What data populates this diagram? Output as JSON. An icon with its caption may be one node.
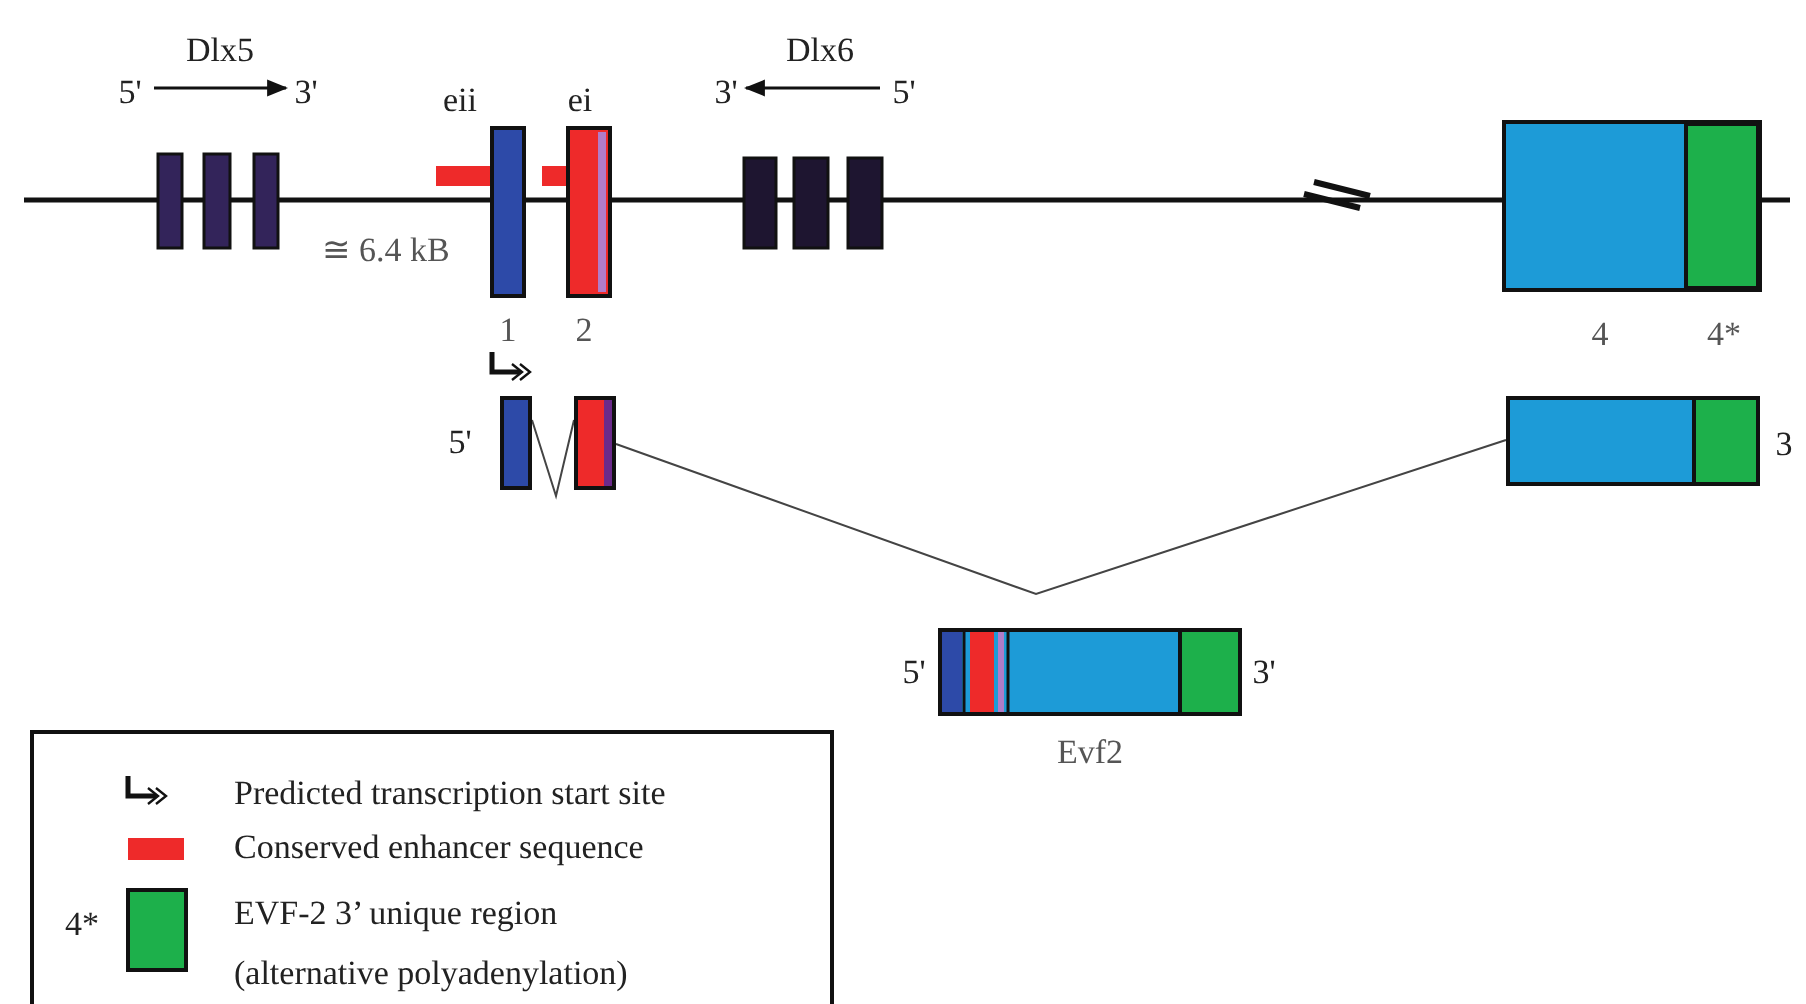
{
  "diagram": {
    "nodes": [
      {
        "text": [],
        "shape": "box",
        "beside": [
          "5'"
        ]
      },
      {
        "text": [],
        "shape": "box"
      },
      {
        "text": [],
        "shape": "box",
        "beside": [
          "3"
        ]
      }
    ],
    "edges": [
      {
        "from": 0,
        "to": 1,
        "arrow": "none"
      },
      {
        "from": 1,
        "to": 2,
        "arrow": "none"
      }
    ],
    "labels": [
      "Dlx5",
      "Dlx6",
      "5'",
      "3'",
      "eii",
      "ei",
      "3'",
      "5'",
      "≅ 6.4 kB",
      "1",
      "2",
      "4",
      "4*",
      "5'",
      "3'",
      "Evf2",
      "4*"
    ],
    "legend": [
      {
        "text": "Predicted transcription start site"
      },
      {
        "text": "Conserved enhancer sequence",
        "color": "#ee2a2a"
      },
      {
        "text": "EVF-2 3’ unique region (alternative polyadenylation)",
        "color": "#1db04b"
      }
    ]
  }
}
